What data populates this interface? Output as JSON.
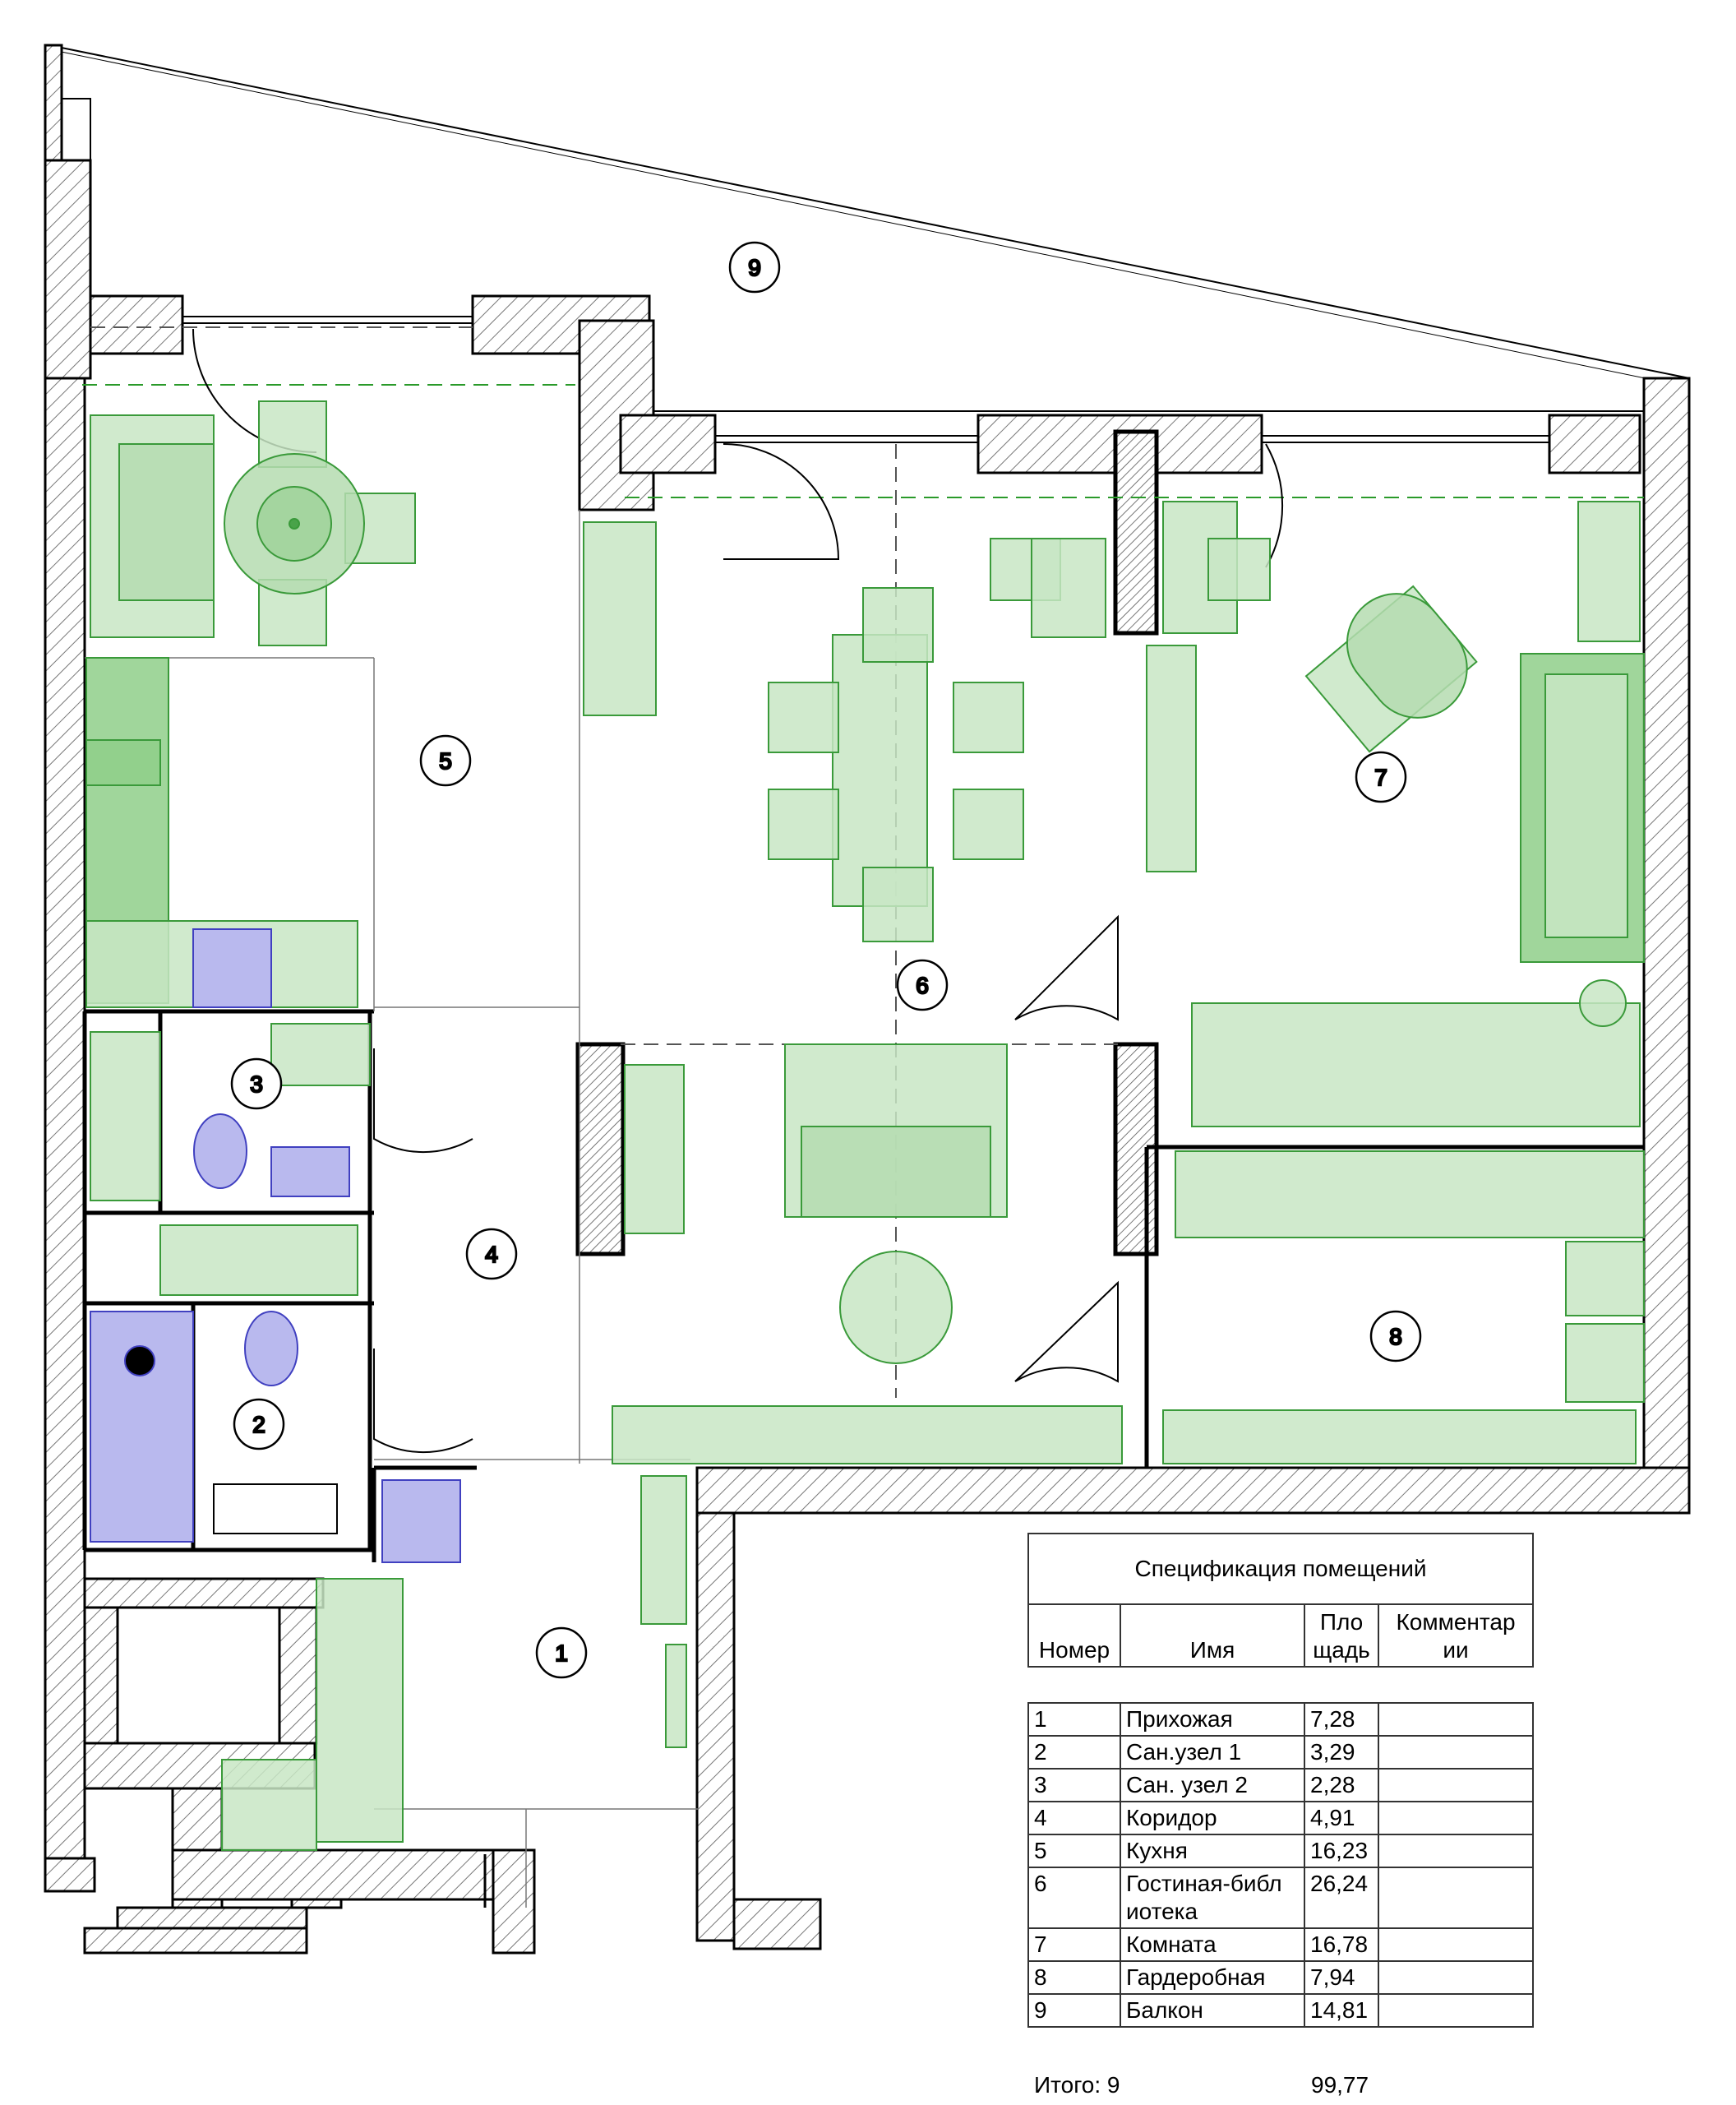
{
  "rooms": [
    {
      "num": "1"
    },
    {
      "num": "2"
    },
    {
      "num": "3"
    },
    {
      "num": "4"
    },
    {
      "num": "5"
    },
    {
      "num": "6"
    },
    {
      "num": "7"
    },
    {
      "num": "8"
    },
    {
      "num": "9"
    }
  ],
  "spec": {
    "title": "Спецификация помещений",
    "headers": {
      "num": "Номер",
      "name": "Имя",
      "area": "Пло щадь",
      "comment": "Комментар ии"
    },
    "rows": [
      {
        "num": "1",
        "name": "Прихожая",
        "area": "7,28",
        "comment": ""
      },
      {
        "num": "2",
        "name": "Сан.узел 1",
        "area": "3,29",
        "comment": ""
      },
      {
        "num": "3",
        "name": "Сан. узел 2",
        "area": "2,28",
        "comment": ""
      },
      {
        "num": "4",
        "name": "Коридор",
        "area": "4,91",
        "comment": ""
      },
      {
        "num": "5",
        "name": "Кухня",
        "area": "16,23",
        "comment": ""
      },
      {
        "num": "6",
        "name": "Гостиная-библ иотека",
        "area": "26,24",
        "comment": ""
      },
      {
        "num": "7",
        "name": "Комната",
        "area": "16,78",
        "comment": ""
      },
      {
        "num": "8",
        "name": "Гардеробная",
        "area": "7,94",
        "comment": ""
      },
      {
        "num": "9",
        "name": "Балкон",
        "area": "14,81",
        "comment": ""
      }
    ],
    "total_label": "Итого: 9",
    "total_area": "99,77"
  },
  "colors": {
    "furniture_fill": "#c8e6c4",
    "furniture_stroke": "#3a9a3a",
    "furniture_dark": "#8fcf8a",
    "plumbing_fill": "#b9b9ee",
    "plumbing_stroke": "#4040c0",
    "wall": "#000000",
    "hatch": "#777777"
  }
}
